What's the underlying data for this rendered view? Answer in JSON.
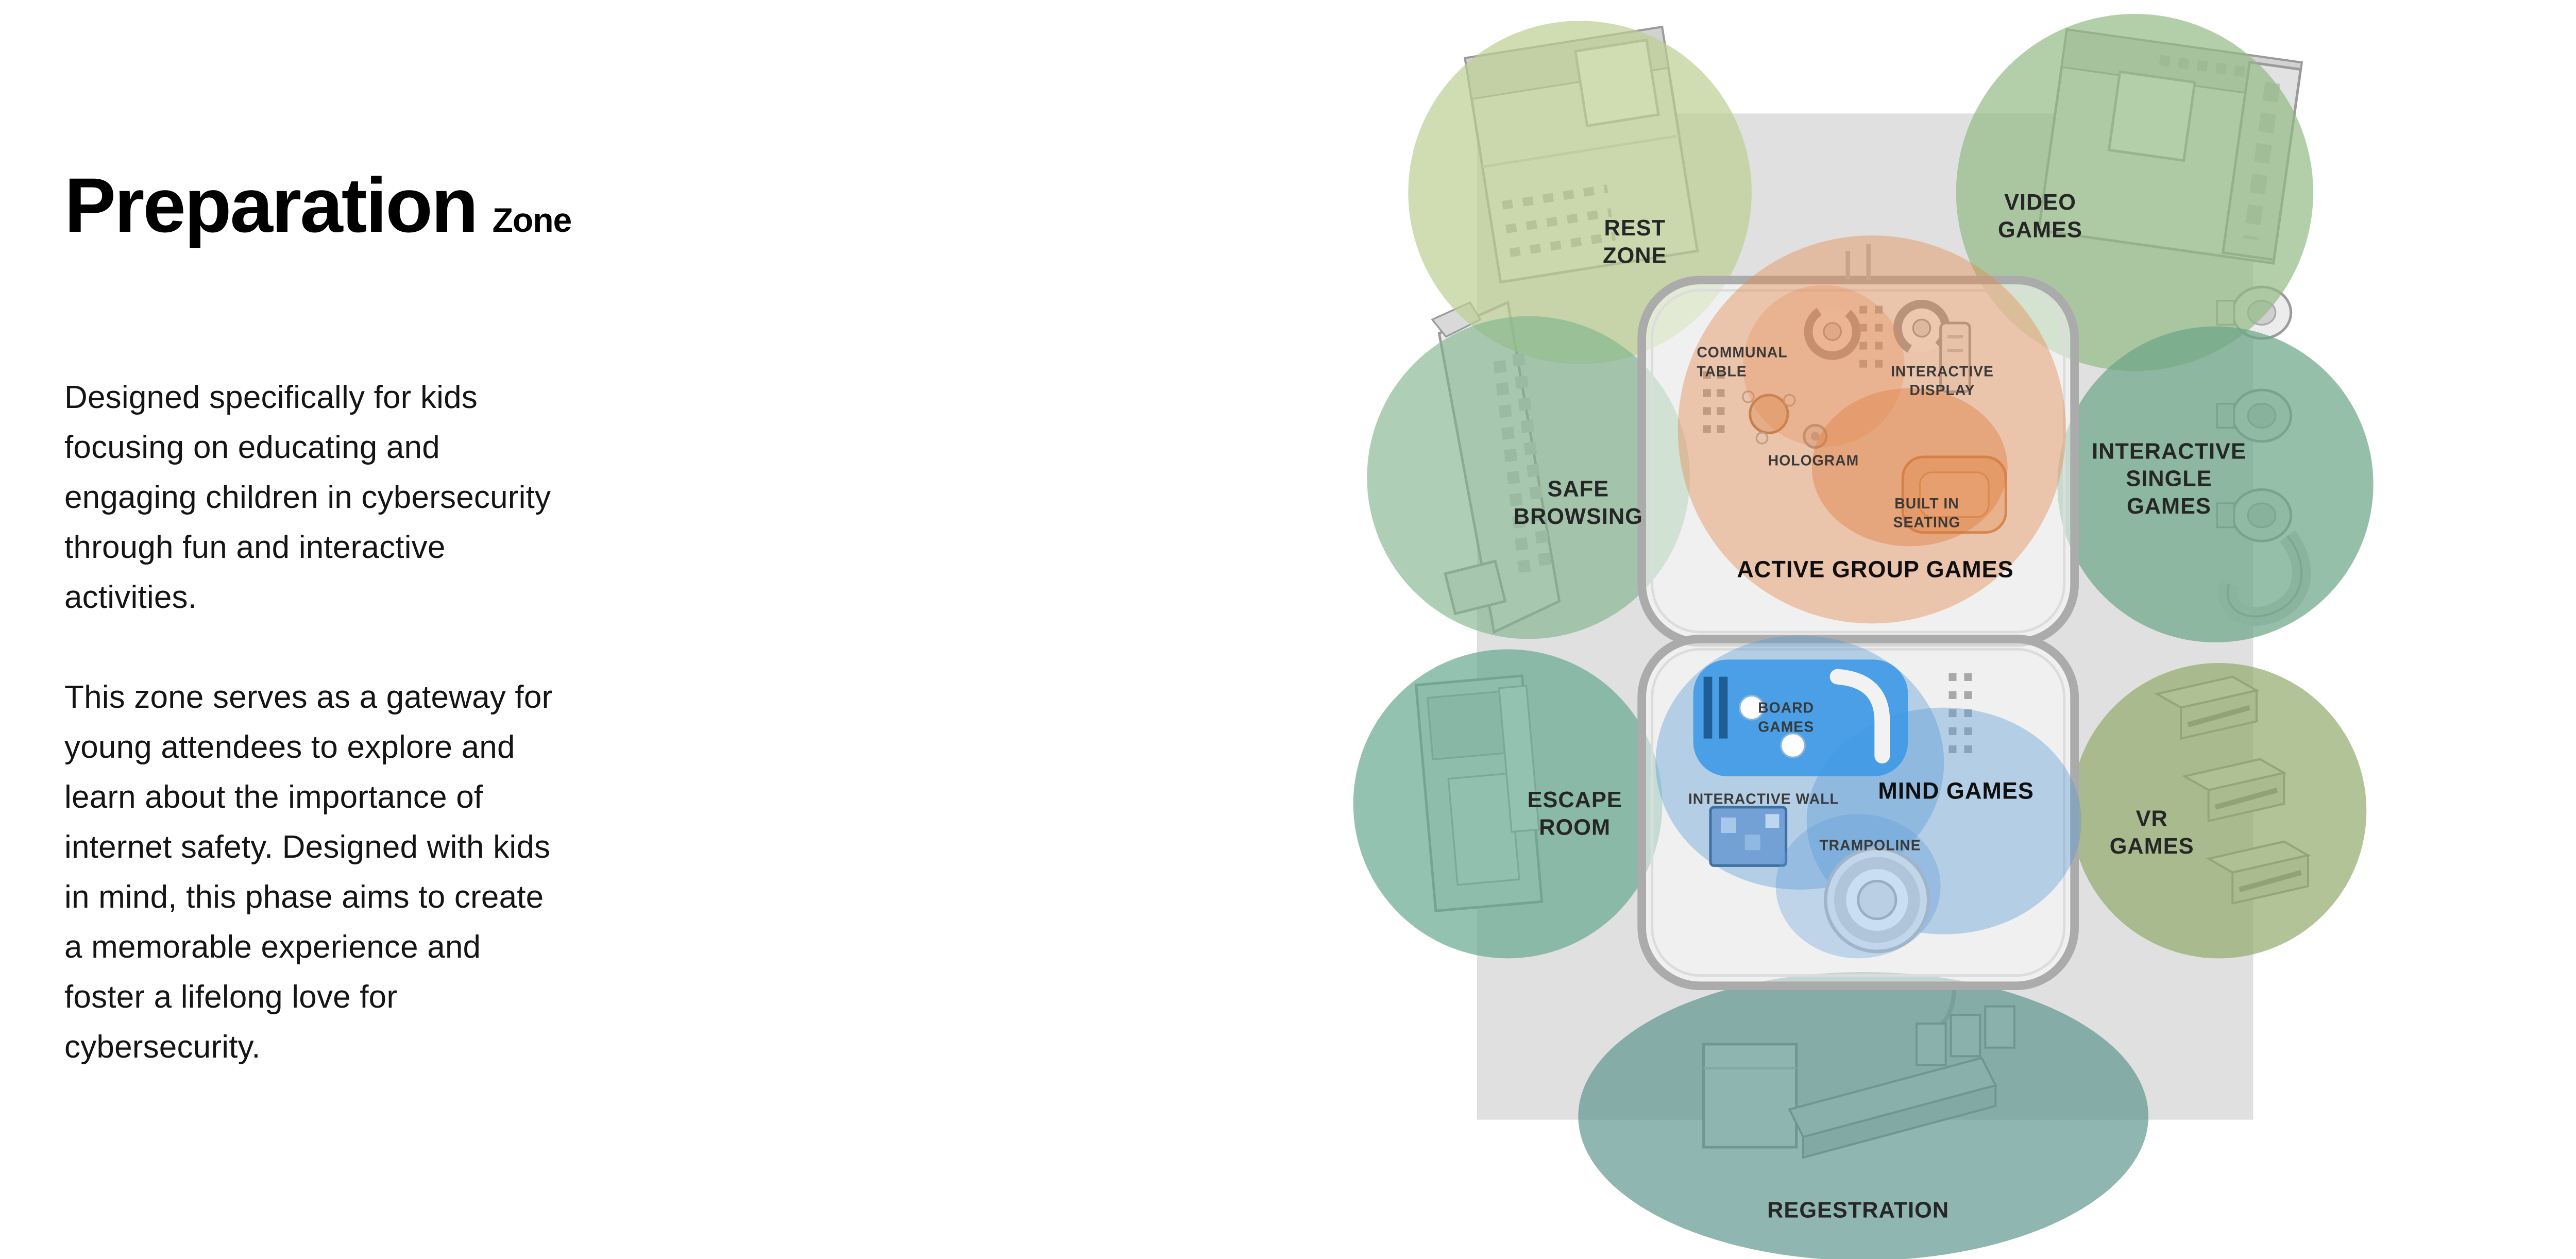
{
  "page": {
    "title": "Preparation",
    "title_suffix": "Zone",
    "paragraph1": "Designed specifically for kids\nfocusing on educating and\nengaging children in cybersecurity\nthrough fun and interactive\nactivities.",
    "paragraph2": "This zone serves as a gateway for\nyoung attendees to explore and\nlearn about the importance of\ninternet safety. Designed with kids\nin mind, this phase aims to create\na memorable experience and\nfoster a lifelong love for\ncybersecurity."
  },
  "diagram": {
    "zones": {
      "rest_zone": [
        "REST",
        "ZONE"
      ],
      "video_games": [
        "VIDEO",
        "GAMES"
      ],
      "safe_browsing": [
        "SAFE",
        "BROWSING"
      ],
      "interactive_single_games": [
        "INTERACTIVE",
        "SINGLE",
        "GAMES"
      ],
      "escape_room": [
        "ESCAPE",
        "ROOM"
      ],
      "vr_games": [
        "VR",
        "GAMES"
      ],
      "registration": "REGESTRATION",
      "active_group_games": "ACTIVE GROUP GAMES",
      "mind_games": "MIND GAMES"
    },
    "features": {
      "communal_table": [
        "COMMUNAL",
        "TABLE"
      ],
      "interactive_display": [
        "INTERACTIVE",
        "DISPLAY"
      ],
      "hologram": "HOLOGRAM",
      "built_in_seating": [
        "BUILT IN",
        "SEATING"
      ],
      "board_games": [
        "BOARD",
        "GAMES"
      ],
      "interactive_wall": "INTERACTIVE WALL",
      "trampoline": "TRAMPOLINE"
    },
    "colors": {
      "floor": "#dadada",
      "rest_zone": "#bccf92",
      "video_games": "#92bb86",
      "safe_browsing": "#82b58d",
      "interactive_single_games": "#6ca687",
      "escape_room": "#66a890",
      "vr_games": "#93a96c",
      "registration": "#5a948b",
      "active_group_games": "#e4874e",
      "active_group_games_strong": "#dd7433",
      "mind_games": "#5b9bd8",
      "board_games_highlight": "#3b99e6",
      "interactive_wall_fill": "#6b9cd3"
    }
  }
}
